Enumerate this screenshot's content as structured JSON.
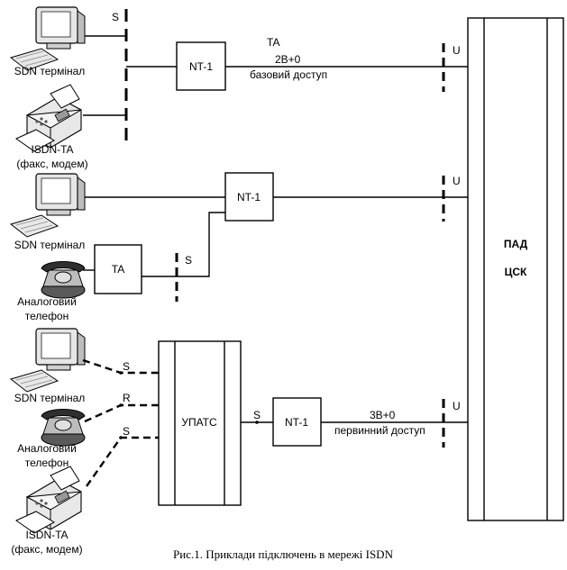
{
  "devices": {
    "isdn_terminal_1": "SDN термінал",
    "isdn_ta_1": [
      "ISDN-TA",
      "(факс, модем)"
    ],
    "isdn_terminal_2": "SDN термінал",
    "analog_phone_1": [
      "Аналоговий",
      "телефон"
    ],
    "isdn_terminal_3": "SDN термінал",
    "analog_phone_2": [
      "Аналоговий",
      "телефон"
    ],
    "isdn_ta_2": [
      "ISDN-TA",
      "(факс, модем)"
    ]
  },
  "blocks": {
    "nt1_top": "NT-1",
    "nt1_mid": "NT-1",
    "ta_mid": "TA",
    "upats": "УПАТС",
    "nt1_bottom": "NT-1",
    "pad": "ПАД",
    "csk": "ЦСК"
  },
  "labels": {
    "s_top": "S",
    "ta_top": "TA",
    "bri_code": "2B+0",
    "bri_name": "базовий доступ",
    "u_top": "U",
    "u_mid": "U",
    "s_mid": "S",
    "s_bottom_1": "S",
    "r_bottom": "R",
    "s_bottom_2": "S",
    "s_upats": "S",
    "pri_code": "3B+0",
    "pri_name": "первинний доступ",
    "u_bottom": "U"
  },
  "caption": "Рис.1. Приклади підключень в мережі ISDN"
}
